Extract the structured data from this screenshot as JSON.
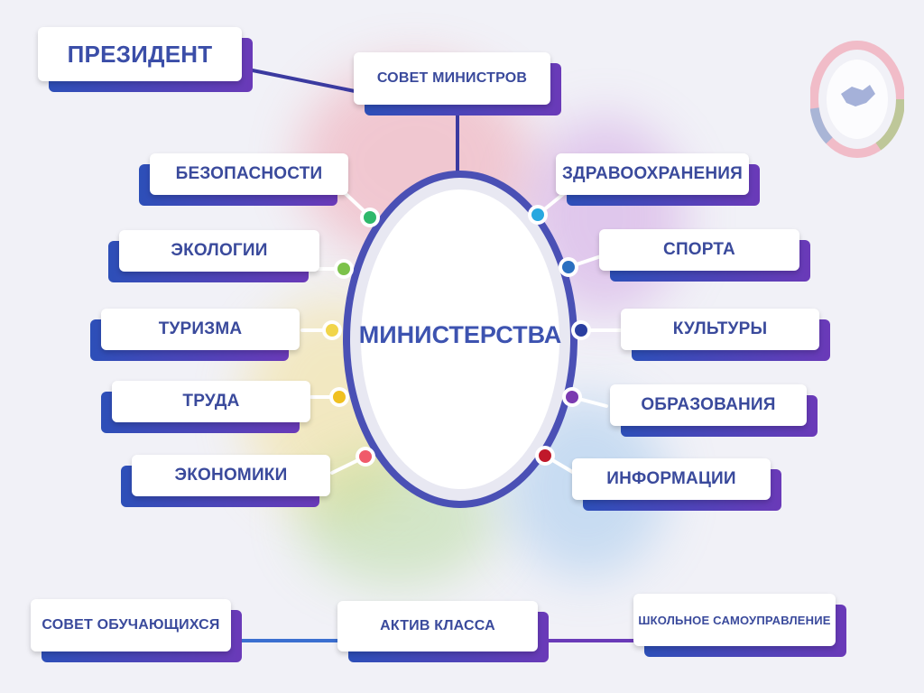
{
  "president": "ПРЕЗИДЕНТ",
  "council": "СОВЕТ МИНИСТРОВ",
  "center": "МИНИСТЕРСТВА",
  "ministries_left": [
    {
      "label": "БЕЗОПАСНОСТИ",
      "dot": "#2fb86a"
    },
    {
      "label": "ЭКОЛОГИИ",
      "dot": "#7cc24a"
    },
    {
      "label": "ТУРИЗМА",
      "dot": "#f1d54a"
    },
    {
      "label": "ТРУДА",
      "dot": "#f0c020"
    },
    {
      "label": "ЭКОНОМИКИ",
      "dot": "#f05a6a"
    }
  ],
  "ministries_right": [
    {
      "label": "ЗДРАВООХРАНЕНИЯ",
      "dot": "#27a8e0"
    },
    {
      "label": "СПОРТА",
      "dot": "#2a6fc0"
    },
    {
      "label": "КУЛЬТУРЫ",
      "dot": "#2a3ea0"
    },
    {
      "label": "ОБРАЗОВАНИЯ",
      "dot": "#7a3ab0"
    },
    {
      "label": "ИНФОРМАЦИИ",
      "dot": "#c0182a"
    }
  ],
  "bottom": {
    "student_council": "СОВЕТ ОБУЧАЮЩИХСЯ",
    "class_active": "АКТИВ КЛАССА",
    "school_self_government": "ШКОЛЬНОЕ САМОУПРАВЛЕНИЕ"
  },
  "colors": {
    "text": "#3a4a9c",
    "ring": "#4a50b5",
    "shadow_start": "#2d4fb8",
    "shadow_end": "#6a3ab8",
    "line": "#3b3aa0"
  }
}
